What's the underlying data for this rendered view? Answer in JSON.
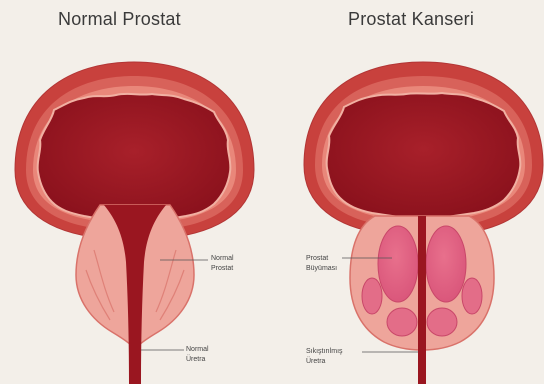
{
  "panels": {
    "left": {
      "title": "Normal Prostat",
      "labels": {
        "prostate_line1": "Normal",
        "prostate_line2": "Prostat",
        "urethra_line1": "Normal",
        "urethra_line2": "Üretra"
      }
    },
    "right": {
      "title": "Prostat Kanseri",
      "labels": {
        "growth_line1": "Prostat",
        "growth_line2": "Büyüması",
        "urethra_line1": "Sıkıştırılmış",
        "urethra_line2": "Üretra"
      }
    }
  },
  "colors": {
    "background": "#f3efe9",
    "bladder_outer": "#c8413d",
    "bladder_band": "#d8625a",
    "bladder_inner": "#9a1620",
    "prostate_tissue": "#eea59b",
    "tumor_lobe": "#e36d88",
    "tumor_lobe_inner": "#de5a7a",
    "urethra": "#9a1620"
  }
}
